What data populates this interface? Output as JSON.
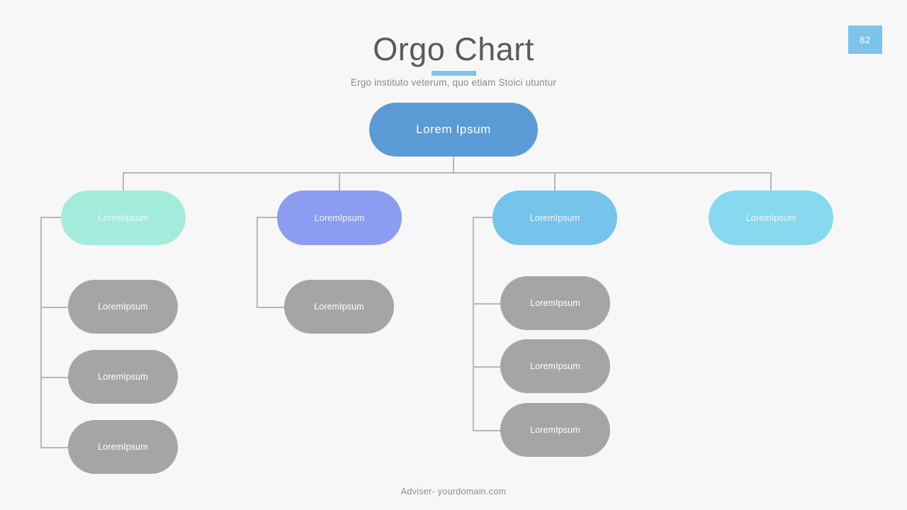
{
  "slide": {
    "background_color": "#f7f7f7",
    "page_number": "82",
    "title": "Orgo Chart",
    "subtitle": "Ergo instituto veterum, quo etiam Stoici utuntur",
    "footer": "Adviser- yourdomain.com",
    "accent_color": "#7cc4ea"
  },
  "chart": {
    "root": {
      "label": "Lorem Ipsum",
      "color": "#5b9bd5"
    },
    "branches": [
      {
        "label": "LoremIpsum",
        "color": "#a3ecdc",
        "children": [
          {
            "label": "LoremIpsum",
            "color": "#a5a5a5"
          },
          {
            "label": "LoremIpsum",
            "color": "#a5a5a5"
          },
          {
            "label": "LoremIpsum",
            "color": "#a5a5a5"
          }
        ]
      },
      {
        "label": "LoremIpsum",
        "color": "#8c9cf0",
        "children": [
          {
            "label": "LoremIpsum",
            "color": "#a5a5a5"
          }
        ]
      },
      {
        "label": "LoremIpsum",
        "color": "#74c4ec",
        "children": [
          {
            "label": "LoremIpsum",
            "color": "#a5a5a5"
          },
          {
            "label": "LoremIpsum",
            "color": "#a5a5a5"
          },
          {
            "label": "LoremIpsum",
            "color": "#a5a5a5"
          }
        ]
      },
      {
        "label": "LoremIpsum",
        "color": "#86d9ee",
        "children": []
      }
    ],
    "connector_color": "#b7b7b7"
  }
}
